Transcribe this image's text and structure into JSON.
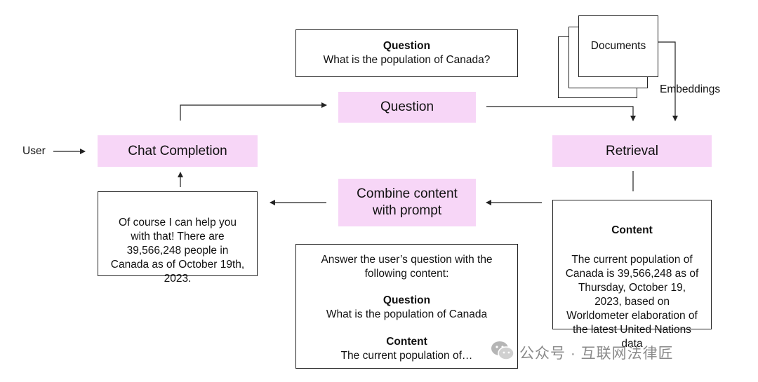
{
  "question_box": {
    "title": "Question",
    "text": "What is the population of Canada?"
  },
  "nodes": {
    "question": "Question",
    "chat_completion": "Chat Completion",
    "retrieval": "Retrieval",
    "combine": "Combine content\nwith prompt"
  },
  "user_label": "User",
  "documents_label": "Documents",
  "embeddings_label": "Embeddings",
  "answer_box": {
    "text": "Of course I can help you\nwith that! There are\n39,566,248 people in\nCanada as of October 19th,\n2023."
  },
  "content_box": {
    "title": "Content",
    "text": "The current population of\nCanada is 39,566,248 as of\nThursday, October 19,\n2023, based on\nWorldometer elaboration of\nthe latest United Nations\ndata"
  },
  "prompt_box": {
    "intro": "Answer the user’s question with the\nfollowing content:",
    "question_title": "Question",
    "question_text": "What is the population of Canada",
    "content_title": "Content",
    "content_text": "The current population of…"
  },
  "watermark": "公众号 · 互联网法律匠",
  "colors": {
    "node_fill": "#f7d6f7",
    "stroke": "#222222"
  }
}
